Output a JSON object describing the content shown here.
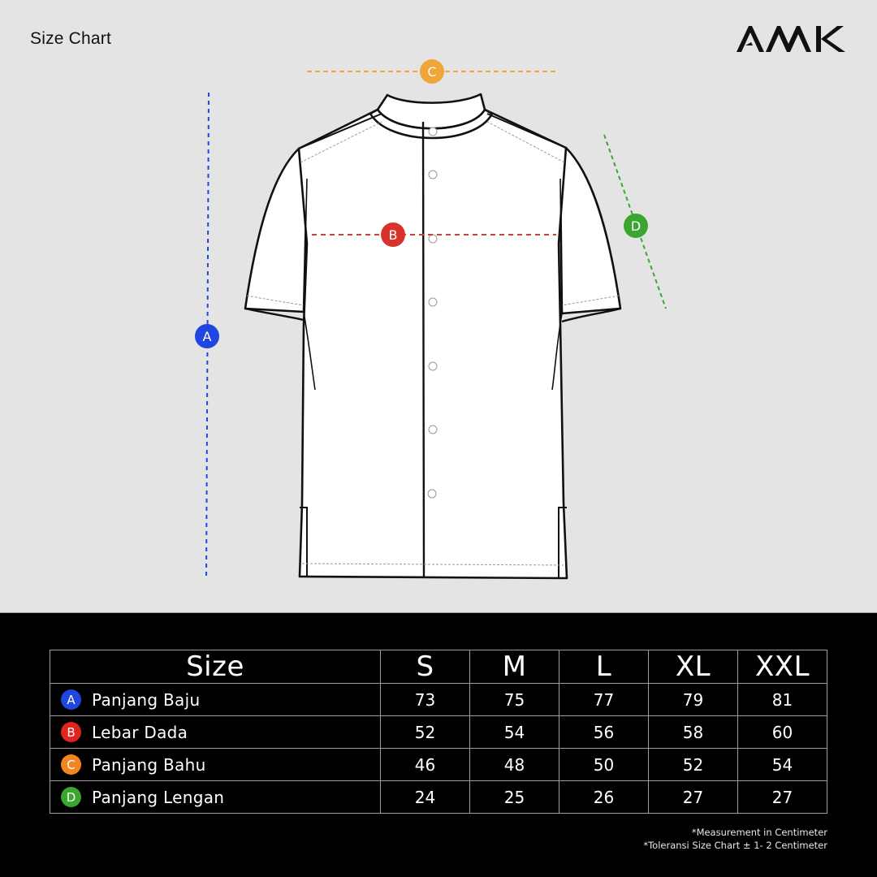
{
  "header": {
    "title": "Size Chart",
    "brand_logo_text": "AMK"
  },
  "diagram": {
    "garment": "short-sleeve mandarin-collar shirt (line drawing)",
    "markers": [
      {
        "key": "A",
        "meaning": "Panjang Baju",
        "color": "#1f47e0",
        "line": "vertical dashed, left of shirt"
      },
      {
        "key": "B",
        "meaning": "Lebar Dada",
        "color": "#d9312b",
        "line": "horizontal dashed, across chest"
      },
      {
        "key": "C",
        "meaning": "Panjang Bahu",
        "color": "#efa53a",
        "line": "horizontal dashed, above shoulders"
      },
      {
        "key": "D",
        "meaning": "Panjang Lengan",
        "color": "#3aa630",
        "line": "diagonal dashed, right sleeve"
      }
    ]
  },
  "table": {
    "header_label": "Size",
    "sizes": [
      "S",
      "M",
      "L",
      "XL",
      "XXL"
    ],
    "rows": [
      {
        "key": "A",
        "label": "Panjang Baju",
        "color": "#1f47e0",
        "values": [
          "73",
          "75",
          "77",
          "79",
          "81"
        ]
      },
      {
        "key": "B",
        "label": "Lebar Dada",
        "color": "#e0241f",
        "values": [
          "52",
          "54",
          "56",
          "58",
          "60"
        ]
      },
      {
        "key": "C",
        "label": "Panjang Bahu",
        "color": "#f0861f",
        "values": [
          "46",
          "48",
          "50",
          "52",
          "54"
        ]
      },
      {
        "key": "D",
        "label": "Panjang Lengan",
        "color": "#3aa630",
        "values": [
          "24",
          "25",
          "26",
          "27",
          "27"
        ]
      }
    ]
  },
  "notes": {
    "line1": "*Measurement in Centimeter",
    "line2": "*Toleransi Size Chart ± 1- 2 Centimeter"
  },
  "chart_data": {
    "type": "table",
    "title": "Size Chart",
    "unit": "cm",
    "columns": [
      "Size",
      "S",
      "M",
      "L",
      "XL",
      "XXL"
    ],
    "rows": [
      [
        "A Panjang Baju",
        73,
        75,
        77,
        79,
        81
      ],
      [
        "B Lebar Dada",
        52,
        54,
        56,
        58,
        60
      ],
      [
        "C Panjang Bahu",
        46,
        48,
        50,
        52,
        54
      ],
      [
        "D Panjang Lengan",
        24,
        25,
        26,
        27,
        27
      ]
    ],
    "annotations": [
      "*Measurement in Centimeter",
      "*Toleransi Size Chart ± 1- 2 Centimeter"
    ]
  }
}
